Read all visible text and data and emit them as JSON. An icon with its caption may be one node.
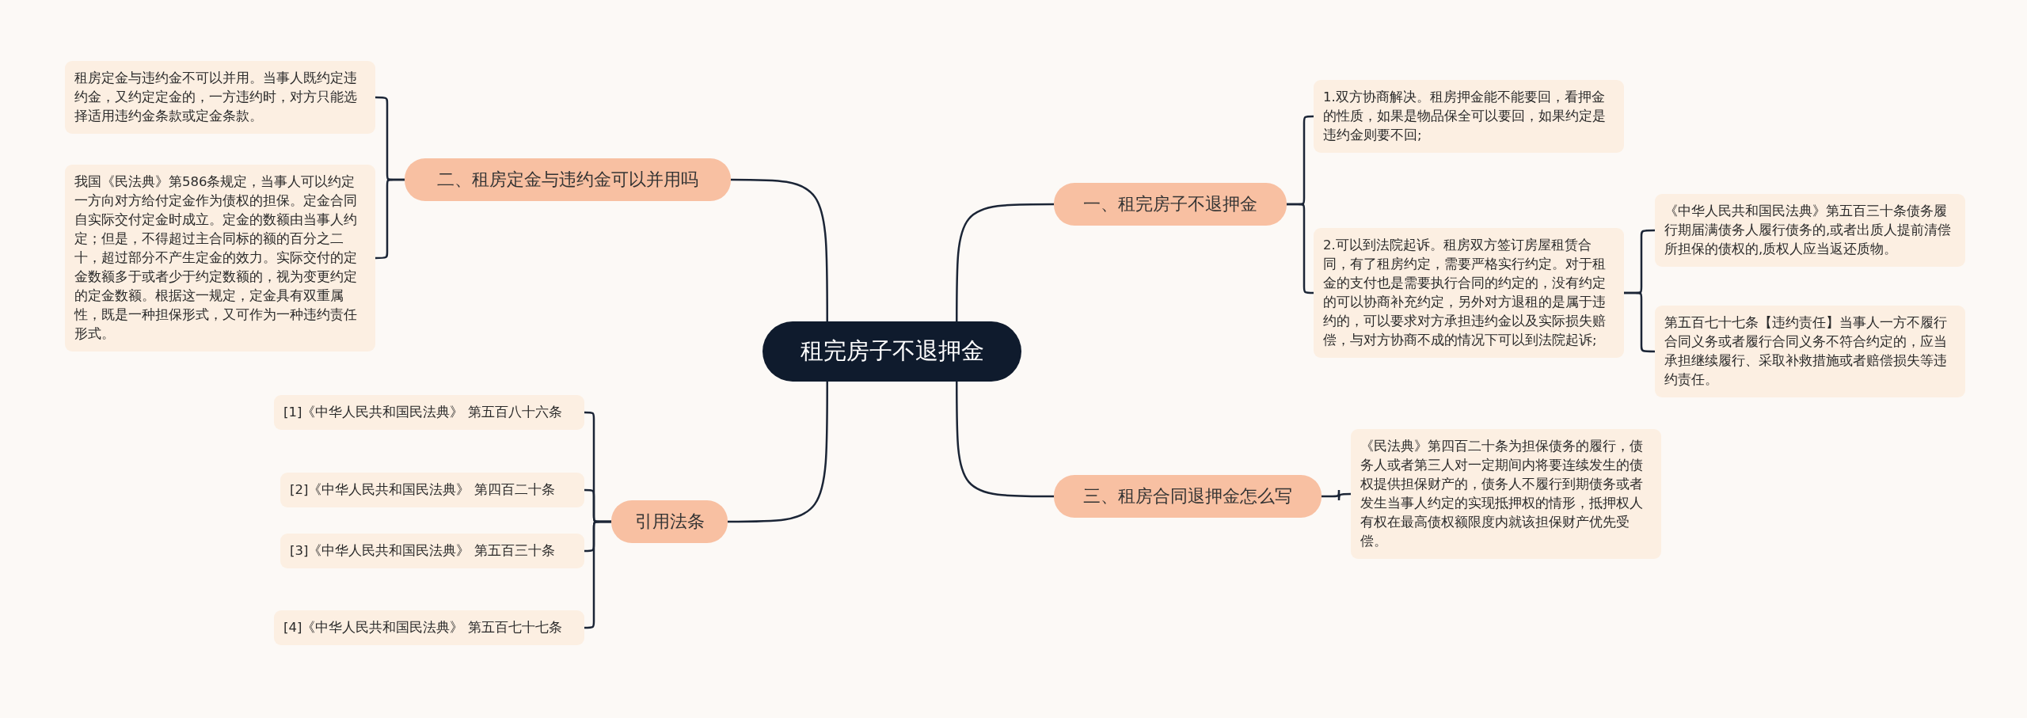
{
  "diagram": {
    "nodes": [
      {
        "text": [
          "租完房子不退押金"
        ]
      },
      {
        "text": [
          "一、租完房子不退押金"
        ]
      },
      {
        "text": [
          "1.双方协商解决。租房押金能不能要回，看押金的性质，如果是物品保全可以要回，如果约定是违约金则要不回;"
        ]
      },
      {
        "text": [
          "2.可以到法院起诉。租房双方签订房屋租赁合同，有了租房约定，需要严格实行约定。对于租金的支付也是需要执行合同的约定的，没有约定的可以协商补充约定，另外对方退租的是属于违约的，可以要求对方承担违约金以及实际损失赔偿，与对方协商不成的情况下可以到法院起诉;"
        ]
      },
      {
        "text": [
          "《中华人民共和国民法典》第五百三十条债务履行期届满债务人履行债务的,或者出质人提前清偿所担保的债权的,质权人应当返还质物。"
        ]
      },
      {
        "text": [
          "第五百七十七条【违约责任】当事人一方不履行合同义务或者履行合同义务不符合约定的，应当承担继续履行、采取补救措施或者赔偿损失等违约责任。"
        ]
      },
      {
        "text": [
          "二、租房定金与违约金可以并用吗"
        ]
      },
      {
        "text": [
          "租房定金与违约金不可以并用。当事人既约定违约金，又约定定金的，一方违约时，对方只能选择适用违约金条款或定金条款。"
        ]
      },
      {
        "text": [
          "我国《民法典》第586条规定，当事人可以约定一方向对方给付定金作为债权的担保。定金合同自实际交付定金时成立。定金的数额由当事人约定；但是，不得超过主合同标的额的百分之二十，超过部分不产生定金的效力。实际交付的定金数额多于或者少于约定数额的，视为变更约定的定金数额。根据这一规定，定金具有双重属性，既是一种担保形式，又可作为一种违约责任形式。"
        ]
      },
      {
        "text": [
          "三、租房合同退押金怎么写"
        ]
      },
      {
        "text": [
          "《民法典》第四百二十条为担保债务的履行，债务人或者第三人对一定期间内将要连续发生的债权提供担保财产的，债务人不履行到期债务或者发生当事人约定的实现抵押权的情形，抵押权人有权在最高债权额限度内就该担保财产优先受偿。"
        ]
      },
      {
        "text": [
          "引用法条"
        ]
      },
      {
        "text": [
          "[1]《中华人民共和国民法典》 第五百八十六条"
        ]
      },
      {
        "text": [
          "[2]《中华人民共和国民法典》 第四百二十条"
        ]
      },
      {
        "text": [
          "[3]《中华人民共和国民法典》 第五百三十条"
        ]
      },
      {
        "text": [
          "[4]《中华人民共和国民法典》 第五百七十七条"
        ]
      }
    ],
    "edges": [
      {
        "from": 0,
        "to": 1,
        "arrow": "none"
      },
      {
        "from": 1,
        "to": 2,
        "arrow": "none"
      },
      {
        "from": 1,
        "to": 3,
        "arrow": "none"
      },
      {
        "from": 3,
        "to": 4,
        "arrow": "none"
      },
      {
        "from": 3,
        "to": 5,
        "arrow": "none"
      },
      {
        "from": 0,
        "to": 6,
        "arrow": "none"
      },
      {
        "from": 6,
        "to": 7,
        "arrow": "none"
      },
      {
        "from": 6,
        "to": 8,
        "arrow": "none"
      },
      {
        "from": 0,
        "to": 9,
        "arrow": "none"
      },
      {
        "from": 9,
        "to": 10,
        "arrow": "none"
      },
      {
        "from": 0,
        "to": 11,
        "arrow": "none"
      },
      {
        "from": 11,
        "to": 12,
        "arrow": "none"
      },
      {
        "from": 11,
        "to": 13,
        "arrow": "none"
      },
      {
        "from": 11,
        "to": 14,
        "arrow": "none"
      },
      {
        "from": 11,
        "to": 15,
        "arrow": "none"
      }
    ]
  }
}
